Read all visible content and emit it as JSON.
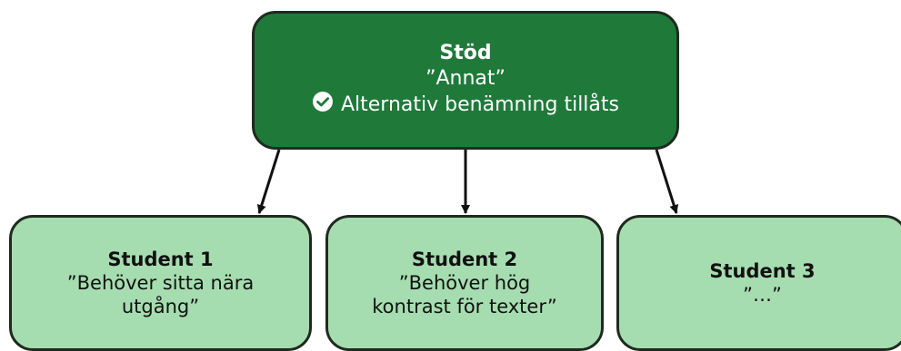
{
  "root": {
    "title": "Stöd",
    "value": "”Annat”",
    "note": "Alternativ benämning tillåts",
    "note_icon": "check-circle-icon"
  },
  "children": [
    {
      "title": "Student 1",
      "line1": "”Behöver sitta nära",
      "line2": "utgång”"
    },
    {
      "title": "Student 2",
      "line1": "”Behöver hög",
      "line2": "kontrast för texter”"
    },
    {
      "title": "Student 3",
      "line1": "”…”"
    }
  ],
  "colors": {
    "root_fill": "#1f7a3a",
    "child_fill": "#a6ddb0",
    "stroke": "#1f2a1f"
  }
}
